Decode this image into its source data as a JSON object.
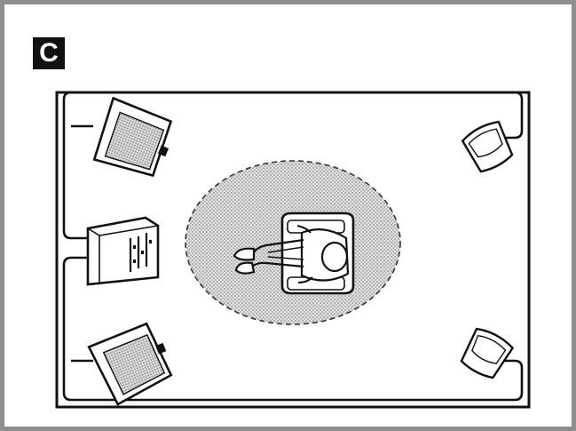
{
  "label": "C",
  "diagram": {
    "items": [
      {
        "name": "front-left-speaker"
      },
      {
        "name": "front-right-speaker"
      },
      {
        "name": "rear-left-speaker"
      },
      {
        "name": "rear-right-speaker"
      },
      {
        "name": "receiver"
      },
      {
        "name": "listener"
      },
      {
        "name": "listening-area"
      }
    ]
  },
  "colors": {
    "line": "#111111",
    "area_fill": "#c9c9c9",
    "frame": "#8e8e8e"
  }
}
